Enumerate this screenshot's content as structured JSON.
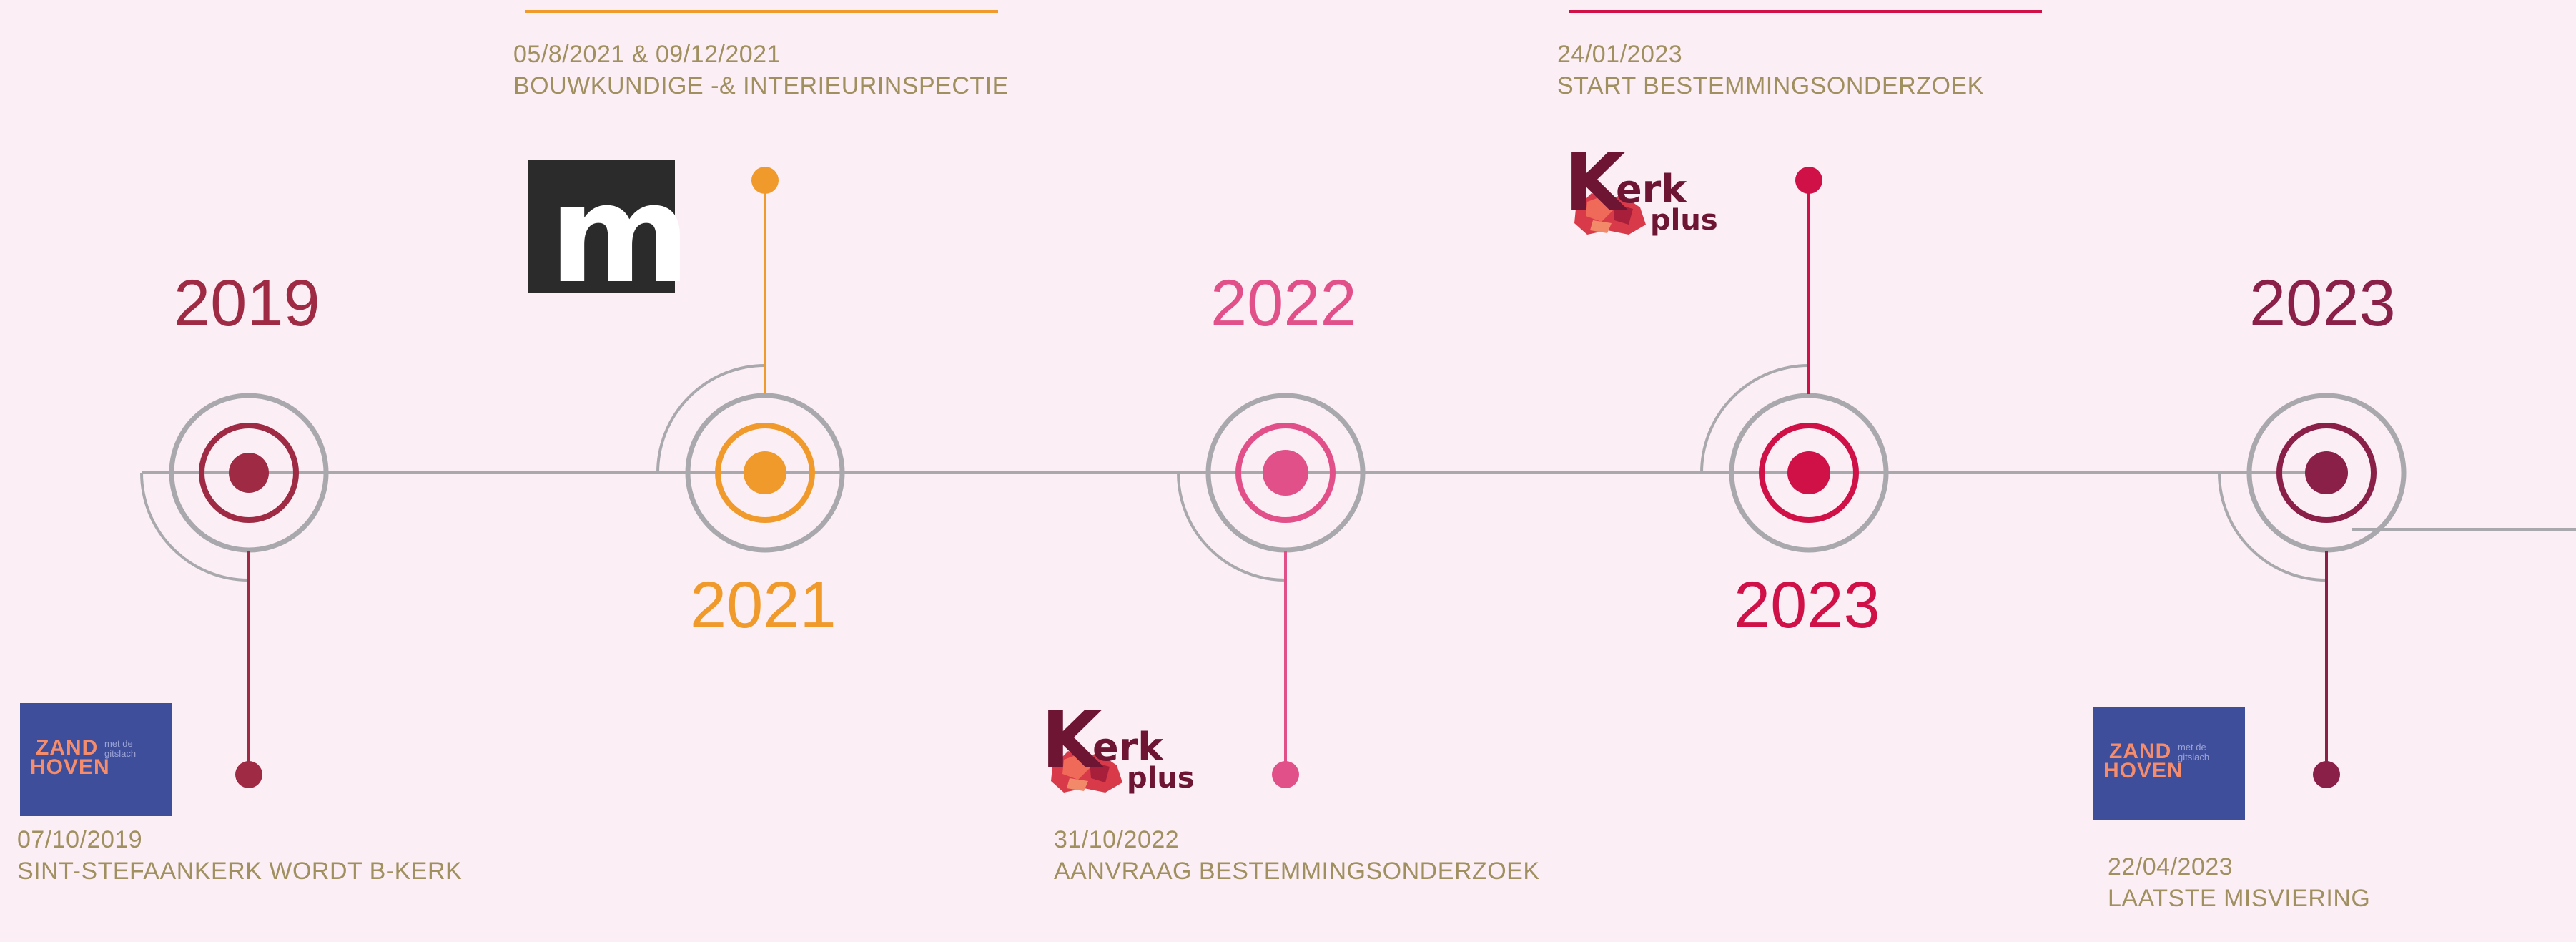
{
  "colors": {
    "background": "#fbeef5",
    "line_gray": "#a9a9ad",
    "label_text": "#a09060",
    "year_2019": "#9e2a44",
    "year_2021": "#f09a2b",
    "year_2022": "#e2508a",
    "year_2023a": "#cf1148",
    "year_2023b": "#8a2048",
    "zandhoven_blue": "#3f4e9b",
    "zandhoven_orange": "#f58c6c",
    "kerk_dark": "#6d1533"
  },
  "milestones": [
    {
      "year": "2019",
      "date": "07/10/2019",
      "title": "SINT-STEFAANKERK WORDT B-KERK",
      "logo": "zandhoven-logo",
      "color": "#9e2a44"
    },
    {
      "year": "2021",
      "date": "05/8/2021 & 09/12/2021",
      "title": "BOUWKUNDIGE -& INTERIEURINSPECTIE",
      "logo": "m-logo",
      "color": "#f09a2b"
    },
    {
      "year": "2022",
      "date": "31/10/2022",
      "title": "AANVRAAG BESTEMMINGSONDERZOEK",
      "logo": "kerkplus-logo",
      "color": "#e2508a"
    },
    {
      "year": "2023",
      "date": "24/01/2023",
      "title": "START BESTEMMINGSONDERZOEK",
      "logo": "kerkplus-logo",
      "color": "#cf1148"
    },
    {
      "year": "2023",
      "date": "22/04/2023",
      "title": "LAATSTE MISVIERING",
      "logo": "zandhoven-logo",
      "color": "#8a2048"
    }
  ],
  "logos": {
    "zandhoven": {
      "line1": "ZAND",
      "line2": "HOVEN",
      "tagline": "met de\ngitslach"
    },
    "kerkplus": {
      "k": "K",
      "word": "erk",
      "plus": "plus"
    },
    "m": {
      "letter": "m"
    }
  }
}
